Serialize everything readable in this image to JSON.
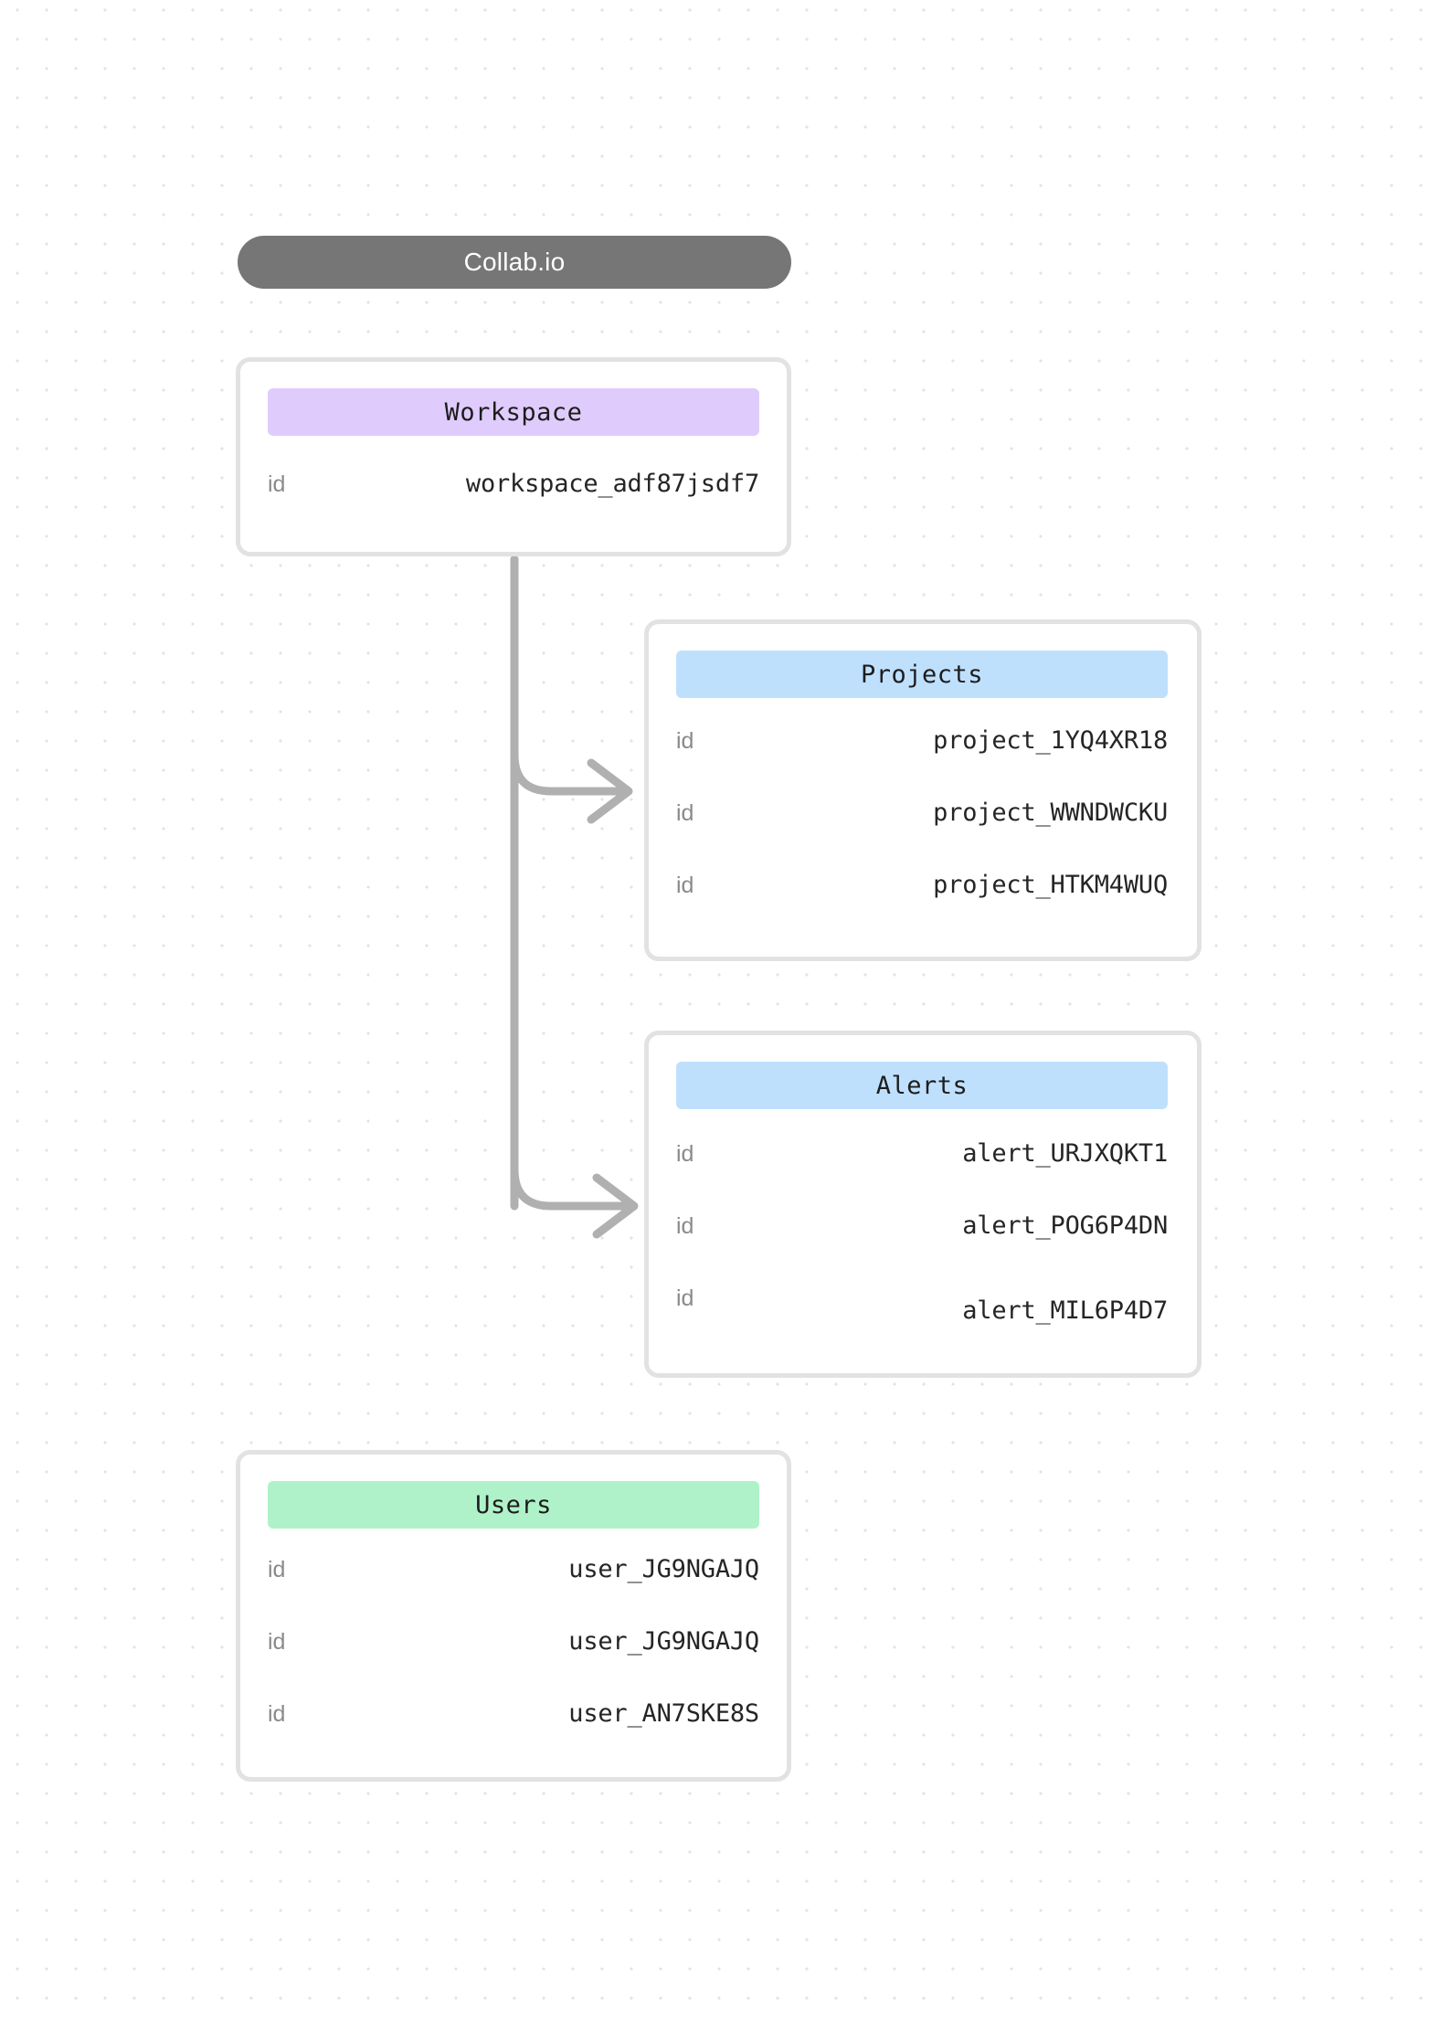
{
  "title": {
    "label": "Collab.io"
  },
  "colors": {
    "title_pill_bg": "#767676",
    "workspace_header_bg": "#E0CCFC",
    "projects_header_bg": "#BFE0FD",
    "alerts_header_bg": "#BFE0FD",
    "users_header_bg": "#AFF2C9",
    "card_border": "#E2E2E2",
    "connector": "#B0B0B0",
    "grid_dot": "#E3E3E3",
    "canvas_bg": "#FFFFFF"
  },
  "entities": {
    "workspace": {
      "name": "Workspace",
      "rows": [
        {
          "key": "id",
          "value": "workspace_adf87jsdf7"
        }
      ]
    },
    "projects": {
      "name": "Projects",
      "rows": [
        {
          "key": "id",
          "value": "project_1YQ4XR18"
        },
        {
          "key": "id",
          "value": "project_WWNDWCKU"
        },
        {
          "key": "id",
          "value": "project_HTKM4WUQ"
        }
      ]
    },
    "alerts": {
      "name": "Alerts",
      "rows": [
        {
          "key": "id",
          "value": "alert_URJXQKT1"
        },
        {
          "key": "id",
          "value": "alert_POG6P4DN"
        },
        {
          "key": "id",
          "value": "alert_MIL6P4D7"
        }
      ]
    },
    "users": {
      "name": "Users",
      "rows": [
        {
          "key": "id",
          "value": "user_JG9NGAJQ"
        },
        {
          "key": "id",
          "value": "user_JG9NGAJQ"
        },
        {
          "key": "id",
          "value": "user_AN7SKE8S"
        }
      ]
    }
  },
  "connections": [
    {
      "from": "workspace",
      "to": "projects"
    },
    {
      "from": "workspace",
      "to": "alerts"
    }
  ]
}
